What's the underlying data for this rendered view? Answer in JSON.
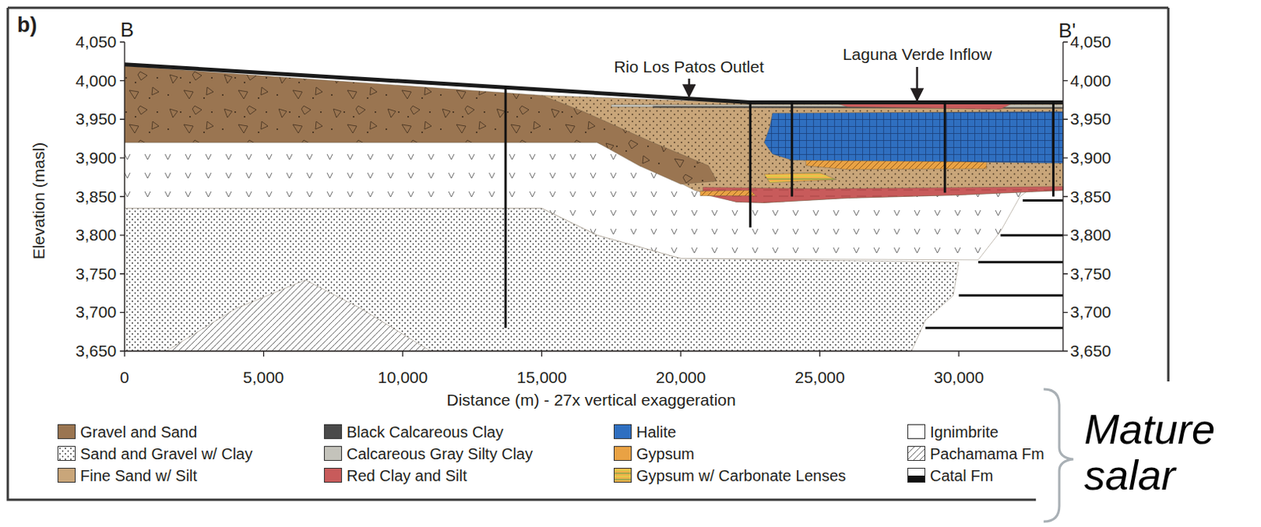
{
  "diagram": {
    "labels": [
      "b)",
      "B",
      "B'",
      "4,050",
      "4,000",
      "3,950",
      "3,900",
      "3,850",
      "3,800",
      "3,750",
      "3,700",
      "3,650",
      "4,050",
      "4,000",
      "3,950",
      "3,900",
      "3,850",
      "3,800",
      "3,750",
      "3,700",
      "3,650",
      "Elevation (masl)",
      "0",
      "5,000",
      "10,000",
      "15,000",
      "20,000",
      "25,000",
      "30,000",
      "Distance (m) - 27x vertical exaggeration",
      "Rio Los Patos Outlet",
      "Laguna Verde Inflow",
      "Mature salar"
    ],
    "legend": [
      {
        "text": "Gravel and Sand",
        "color": "#9a7551"
      },
      {
        "text": "Black Calcareous Clay",
        "color": "#4a4a4a"
      },
      {
        "text": "Halite",
        "color": "#2f6fc0"
      },
      {
        "text": "Ignimbrite"
      },
      {
        "text": "Sand and Gravel w/ Clay"
      },
      {
        "text": "Calcareous Gray Silty Clay",
        "color": "#c4c3bb"
      },
      {
        "text": "Gypsum",
        "color": "#e9a244"
      },
      {
        "text": "Pachamama Fm"
      },
      {
        "text": "Fine Sand w/ Silt",
        "color": "#c9a67a"
      },
      {
        "text": "Red Clay and Silt",
        "color": "#c85b5b"
      },
      {
        "text": "Gypsum w/ Carbonate Lenses"
      },
      {
        "text": "Catal Fm"
      }
    ]
  }
}
